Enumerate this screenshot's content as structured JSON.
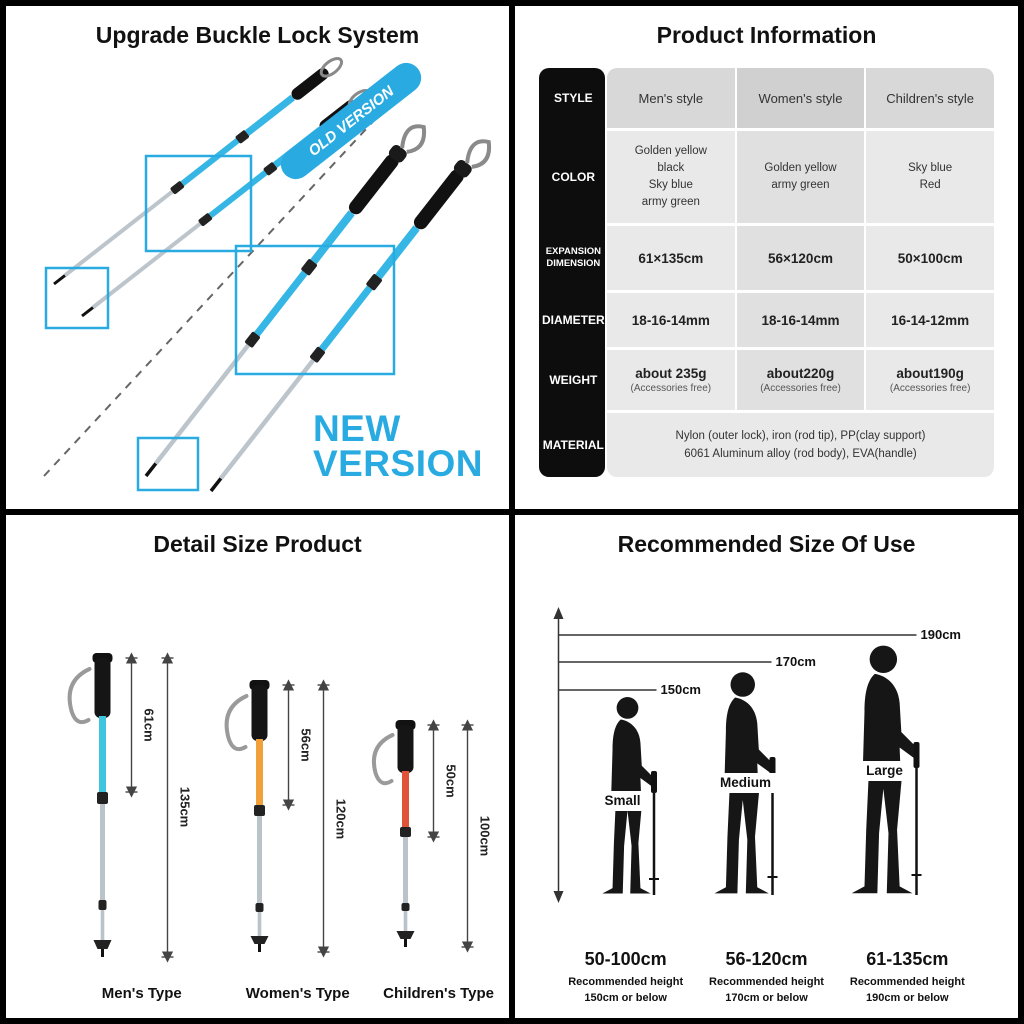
{
  "brand_accent": "#29abe2",
  "panel_upgrade": {
    "title": "Upgrade Buckle Lock System",
    "old_badge": "OLD VERSION",
    "new_line1": "NEW",
    "new_line2": "VERSION"
  },
  "panel_info": {
    "title": "Product Information",
    "rows": [
      {
        "label": "STYLE",
        "cells": [
          "Men's style",
          "Women's style",
          "Children's style"
        ]
      },
      {
        "label": "COLOR",
        "cells": [
          "Golden yellow\nblack\nSky blue\narmy green",
          "Golden yellow\narmy green",
          "Sky blue\nRed"
        ]
      },
      {
        "label": "EXPANSION\nDIMENSION",
        "cells": [
          "61×135cm",
          "56×120cm",
          "50×100cm"
        ]
      },
      {
        "label": "DIAMETER",
        "cells": [
          "18-16-14mm",
          "18-16-14mm",
          "16-14-12mm"
        ]
      },
      {
        "label": "WEIGHT",
        "cells": [
          "about 235g",
          "about220g",
          "about190g"
        ],
        "subs": [
          "(Accessories free)",
          "(Accessories free)",
          "(Accessories free)"
        ]
      },
      {
        "label": "MATERIAL",
        "span": "Nylon (outer lock), iron (rod tip), PP(clay support)\n6061 Aluminum alloy (rod body), EVA(handle)"
      }
    ]
  },
  "panel_size": {
    "title": "Detail Size Product",
    "poles": [
      {
        "type": "Men's Type",
        "collapsed": "61cm",
        "extended": "135cm",
        "color": "#3ec6e0"
      },
      {
        "type": "Women's Type",
        "collapsed": "56cm",
        "extended": "120cm",
        "color": "#f0a13c"
      },
      {
        "type": "Children's Type",
        "collapsed": "50cm",
        "extended": "100cm",
        "color": "#e0553a"
      }
    ]
  },
  "panel_recommend": {
    "title": "Recommended Size Of Use",
    "height_marks": [
      "150cm",
      "170cm",
      "190cm"
    ],
    "size_labels": [
      "Small",
      "Medium",
      "Large"
    ],
    "recommendations": [
      {
        "range": "50-100cm",
        "note": "Recommended height\n150cm or below"
      },
      {
        "range": "56-120cm",
        "note": "Recommended height\n170cm or below"
      },
      {
        "range": "61-135cm",
        "note": "Recommended height\n190cm or below"
      }
    ]
  }
}
